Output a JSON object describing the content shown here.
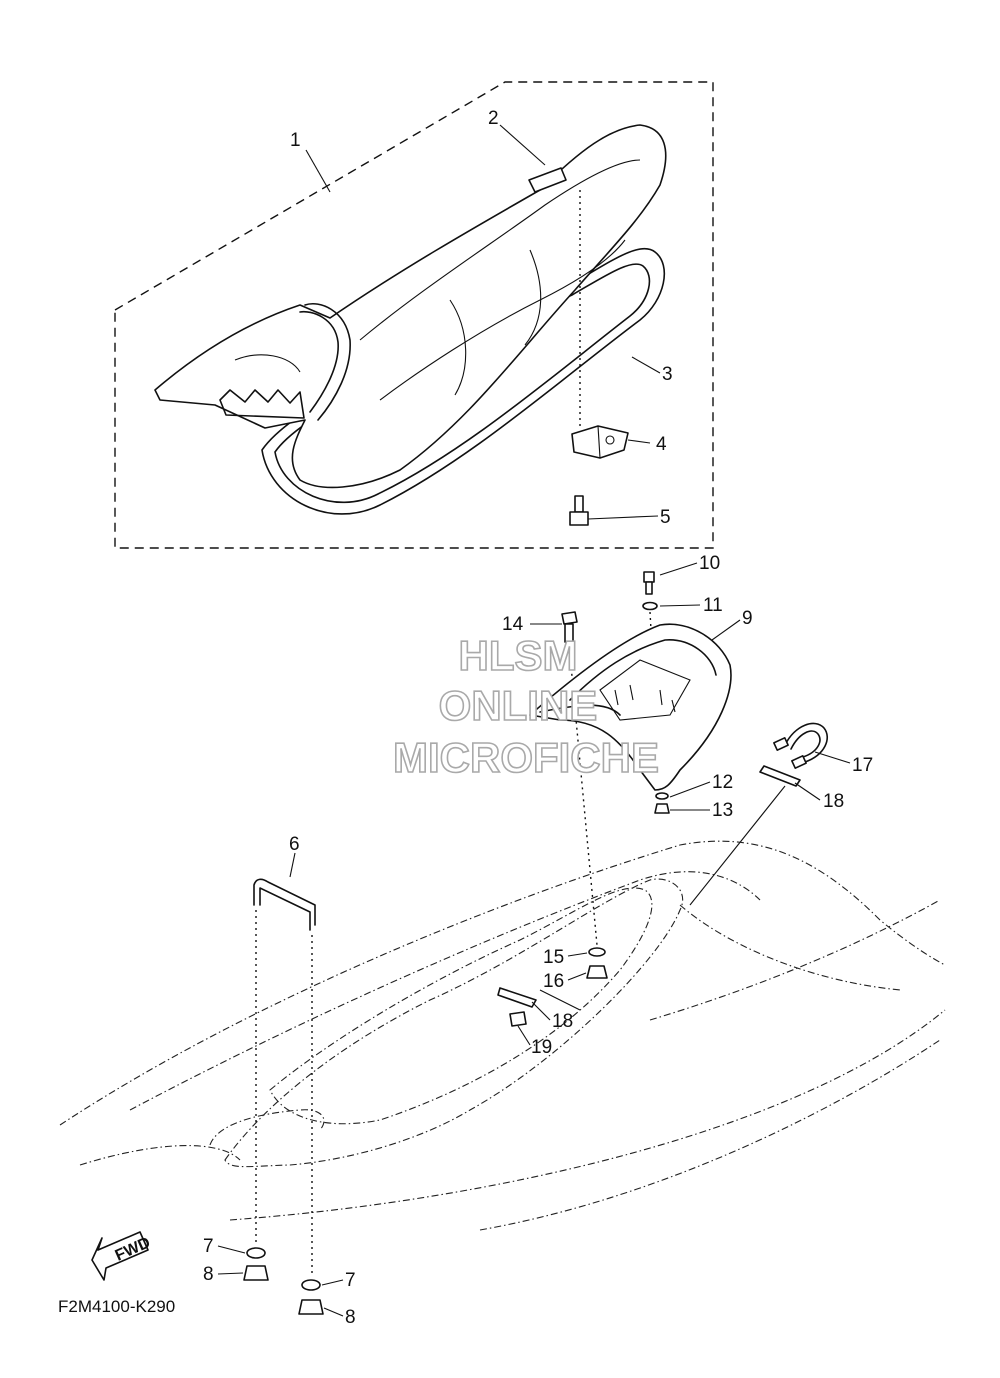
{
  "diagram": {
    "watermark": {
      "line1": "HLSM",
      "line2": "ONLINE",
      "line3": "MICROFICHE"
    },
    "diagram_code": "F2M4100-K290",
    "fwd_label": "FWD",
    "callouts": [
      "1",
      "2",
      "3",
      "4",
      "5",
      "6",
      "7",
      "7",
      "8",
      "8",
      "9",
      "10",
      "11",
      "12",
      "13",
      "14",
      "15",
      "16",
      "17",
      "18",
      "18",
      "19"
    ]
  }
}
